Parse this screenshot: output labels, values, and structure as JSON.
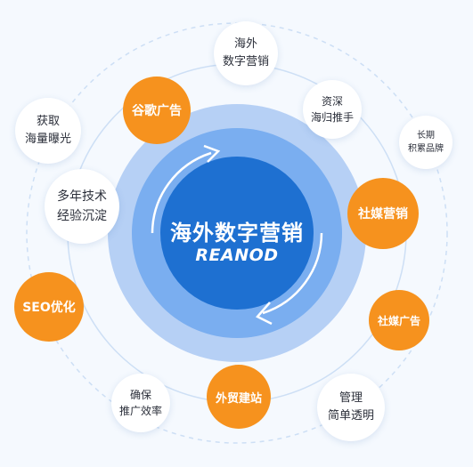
{
  "colors": {
    "background": "#f5f9fe",
    "orange": "#f6921e",
    "white_node": "#ffffff",
    "core_outer": "#b6d0f5",
    "core_mid": "#7aaef0",
    "core_center": "#1e70d1",
    "ring_line": "#cddff5"
  },
  "center": {
    "title": "海外数字营销",
    "logo": "REANOD"
  },
  "nodes": {
    "google_ads": "谷歌广告",
    "social_marketing": "社媒营销",
    "social_ads": "社媒广告",
    "trade_site": "外贸建站",
    "seo": "SEO优化",
    "digital_marketing": "海外\n数字营销",
    "overseas_experts": "资深\n海归推手",
    "brand": "长期\n积累品牌",
    "management": "管理\n简单透明",
    "roi": "确保\n推广效率",
    "experience": "多年技术\n经验沉淀",
    "exposure": "获取\n海量曝光"
  }
}
